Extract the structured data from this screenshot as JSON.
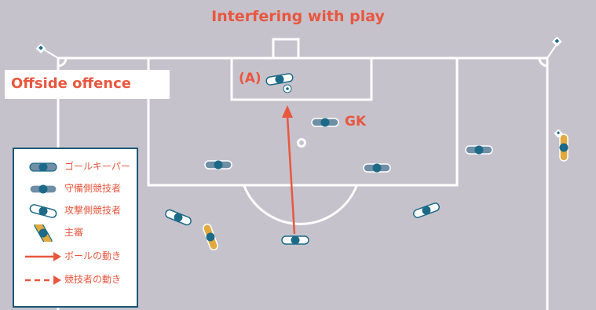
{
  "title": "Interfering with play",
  "offside_label": "Offside offence",
  "labels": {
    "attacker_a": "(A)",
    "goalkeeper": "GK"
  },
  "colors": {
    "pitch": "#c6c2cc",
    "lines": "#ffffff",
    "accent": "#e8573f",
    "defender_body": "#6e8fa6",
    "player_head": "#1c6a87",
    "attacker_body": "#ffffff",
    "referee_body": "#e3a93c",
    "legend_border": "#1c5876"
  },
  "legend": {
    "items": [
      {
        "label": "ゴールキーパー",
        "icon": "goalkeeper-icon"
      },
      {
        "label": "守備側競技者",
        "icon": "defender-icon"
      },
      {
        "label": "攻撃側競技者",
        "icon": "attacker-icon"
      },
      {
        "label": "主審",
        "icon": "referee-icon"
      },
      {
        "label": "ボールの動き",
        "icon": "ball-movement-arrow-icon"
      },
      {
        "label": "競技者の動き",
        "icon": "player-movement-arrow-icon"
      }
    ]
  }
}
